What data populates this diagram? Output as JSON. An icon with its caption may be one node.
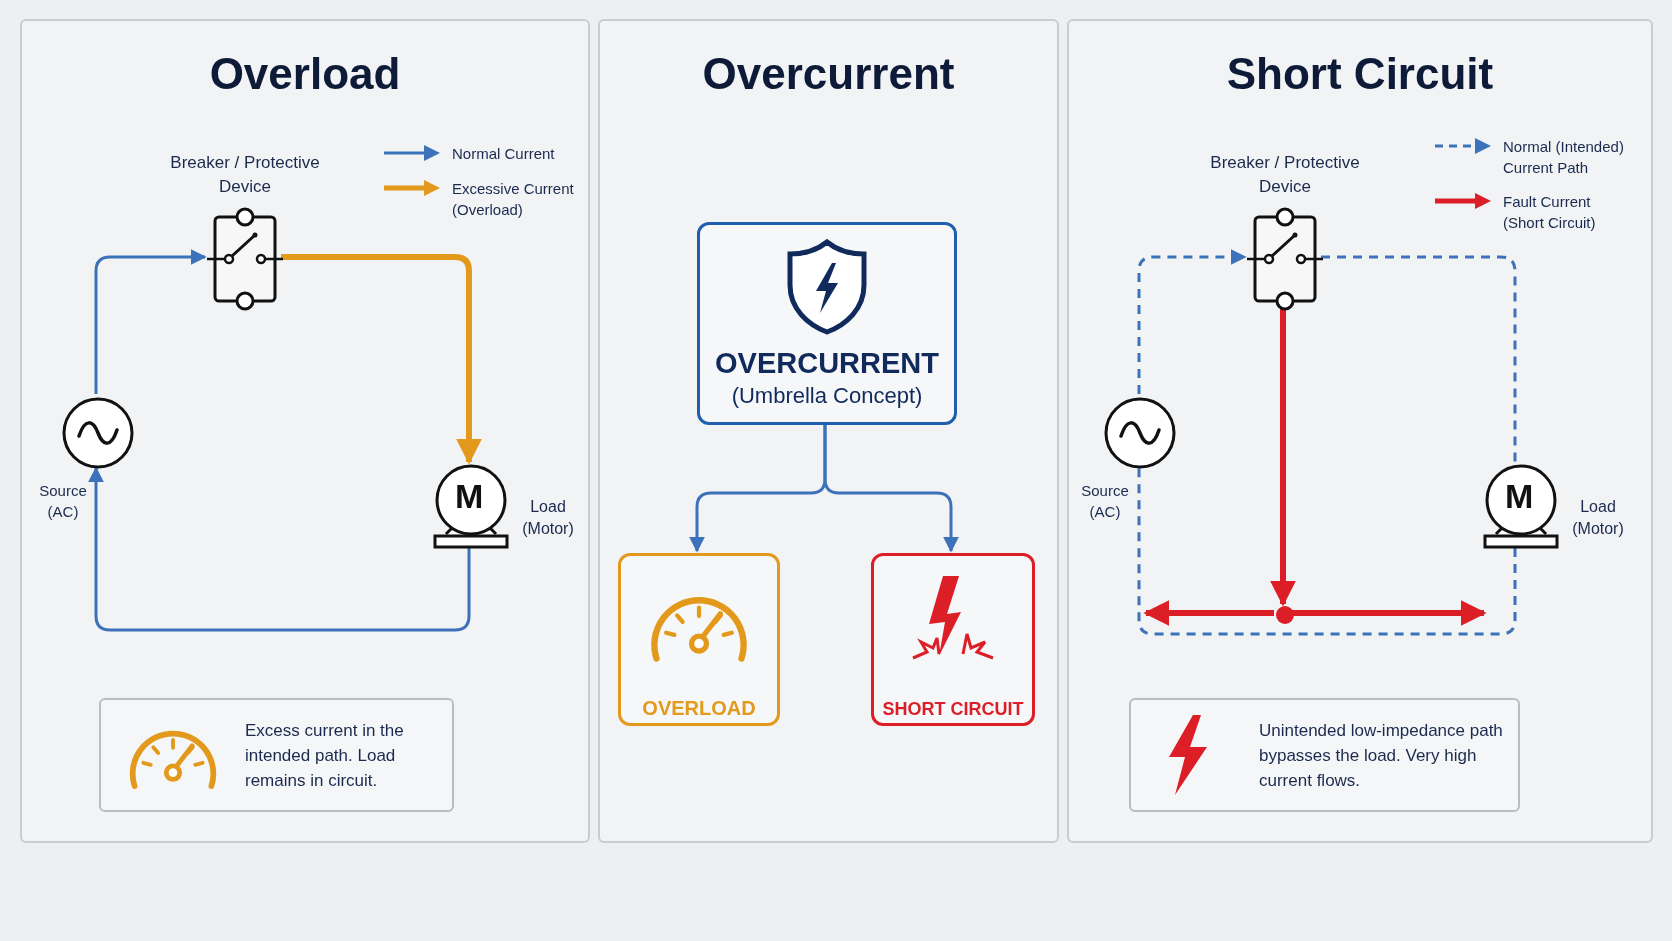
{
  "diagram": {
    "nodes": [
      {
        "text": [
          "Overload"
        ]
      },
      {
        "text": [
          "Breaker / Protective Device"
        ],
        "in": 0
      },
      {
        "text": [
          "Source (AC)"
        ],
        "in": 0
      },
      {
        "text": [
          "Load (Motor)"
        ],
        "in": 0
      },
      {
        "text": [
          "Excess current in the intended path. Load remains in circuit."
        ],
        "in": 0
      },
      {
        "text": [
          "Overcurrent"
        ]
      },
      {
        "text": [
          "OVERCURRENT",
          "(Umbrella Concept)"
        ],
        "in": 5
      },
      {
        "text": [
          "OVERLOAD"
        ],
        "in": 5
      },
      {
        "text": [
          "SHORT CIRCUIT"
        ],
        "in": 5
      },
      {
        "text": [
          "Short Circuit"
        ]
      },
      {
        "text": [
          "Breaker / Protective Device"
        ],
        "in": 9
      },
      {
        "text": [
          "Source (AC)"
        ],
        "in": 9
      },
      {
        "text": [
          "Load (Motor)"
        ],
        "in": 9
      },
      {
        "text": [],
        "shape": "circle",
        "in": 9
      },
      {
        "text": [
          "Unintended low-impedance path bypasses the load. Very high current flows."
        ],
        "in": 9
      }
    ],
    "edges": [
      {
        "from": 2,
        "to": 1,
        "arrow": "to"
      },
      {
        "from": 1,
        "to": 3,
        "arrow": "to",
        "style": "thick",
        "color": "#e39a1c"
      },
      {
        "from": 3,
        "to": 2,
        "arrow": "to"
      },
      {
        "from": 11,
        "to": 10,
        "arrow": "to",
        "style": "dashed"
      },
      {
        "from": 10,
        "to": 12,
        "arrow": "none",
        "style": "dashed"
      },
      {
        "from": 12,
        "to": 11,
        "arrow": "none",
        "style": "dashed"
      },
      {
        "from": 10,
        "to": 13,
        "arrow": "to",
        "style": "thick",
        "color": "#dc1f26"
      },
      {
        "from": 13,
        "to": null,
        "arrow": "to",
        "style": "thick",
        "color": "#dc1f26"
      },
      {
        "from": 13,
        "to": null,
        "arrow": "to",
        "style": "thick",
        "color": "#dc1f26"
      },
      {
        "from": 6,
        "to": 7,
        "arrow": "to"
      },
      {
        "from": 6,
        "to": 8,
        "arrow": "to"
      }
    ],
    "labels": [
      "M",
      "M"
    ],
    "legend": [
      {
        "text": "Normal Current"
      },
      {
        "text": "Excessive Current (Overload)"
      },
      {
        "text": "Normal (Intended) Current Path"
      },
      {
        "text": "Fault Current (Short Circuit)"
      }
    ]
  }
}
